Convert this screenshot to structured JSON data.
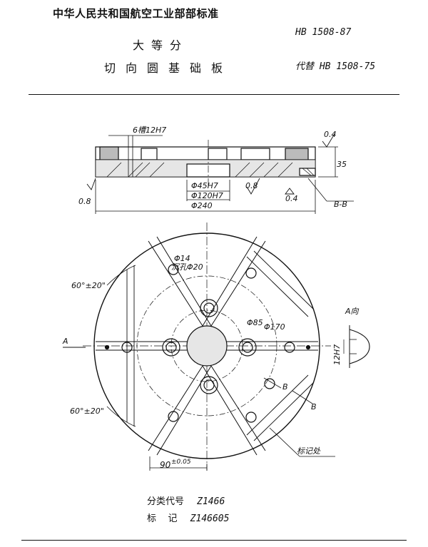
{
  "header": {
    "standard_title": "中华人民共和国航空工业部部标准",
    "doc_name_line1": "大等分",
    "doc_name_line2": "切向圆基础板",
    "standard_number": "HB 1508-87",
    "replaces": "代替 HB 1508-75"
  },
  "drawing": {
    "labels": {
      "slot": "6槽12H7",
      "roughness_top": "0.4",
      "height": "35",
      "roughness_left": "0.8",
      "bore_small": "Φ45H7",
      "bore_mid": "Φ120H7",
      "outer_dia": "Φ240",
      "roughness_bottom": "0.8",
      "roughness_bottom_right": "0.4",
      "section": "B-B",
      "hole_dia": "Φ14",
      "counterbore": "沉孔Φ20",
      "angle_upper": "60°±20\"",
      "angle_lower": "60°±20\"",
      "pcd_small": "Φ85",
      "pcd_large": "Φ170",
      "view_a": "A",
      "view_a_title": "A向",
      "slot_width": "12H7",
      "cut_b_upper": "B",
      "cut_b_lower": "B",
      "nameplate": "标记处",
      "dim_bottom": "90",
      "dim_tol": "±0.05"
    }
  },
  "footer": {
    "class_label": "分类代号",
    "class_code": "Z1466",
    "mark_label": "标    记",
    "mark_code": "Z146605"
  }
}
